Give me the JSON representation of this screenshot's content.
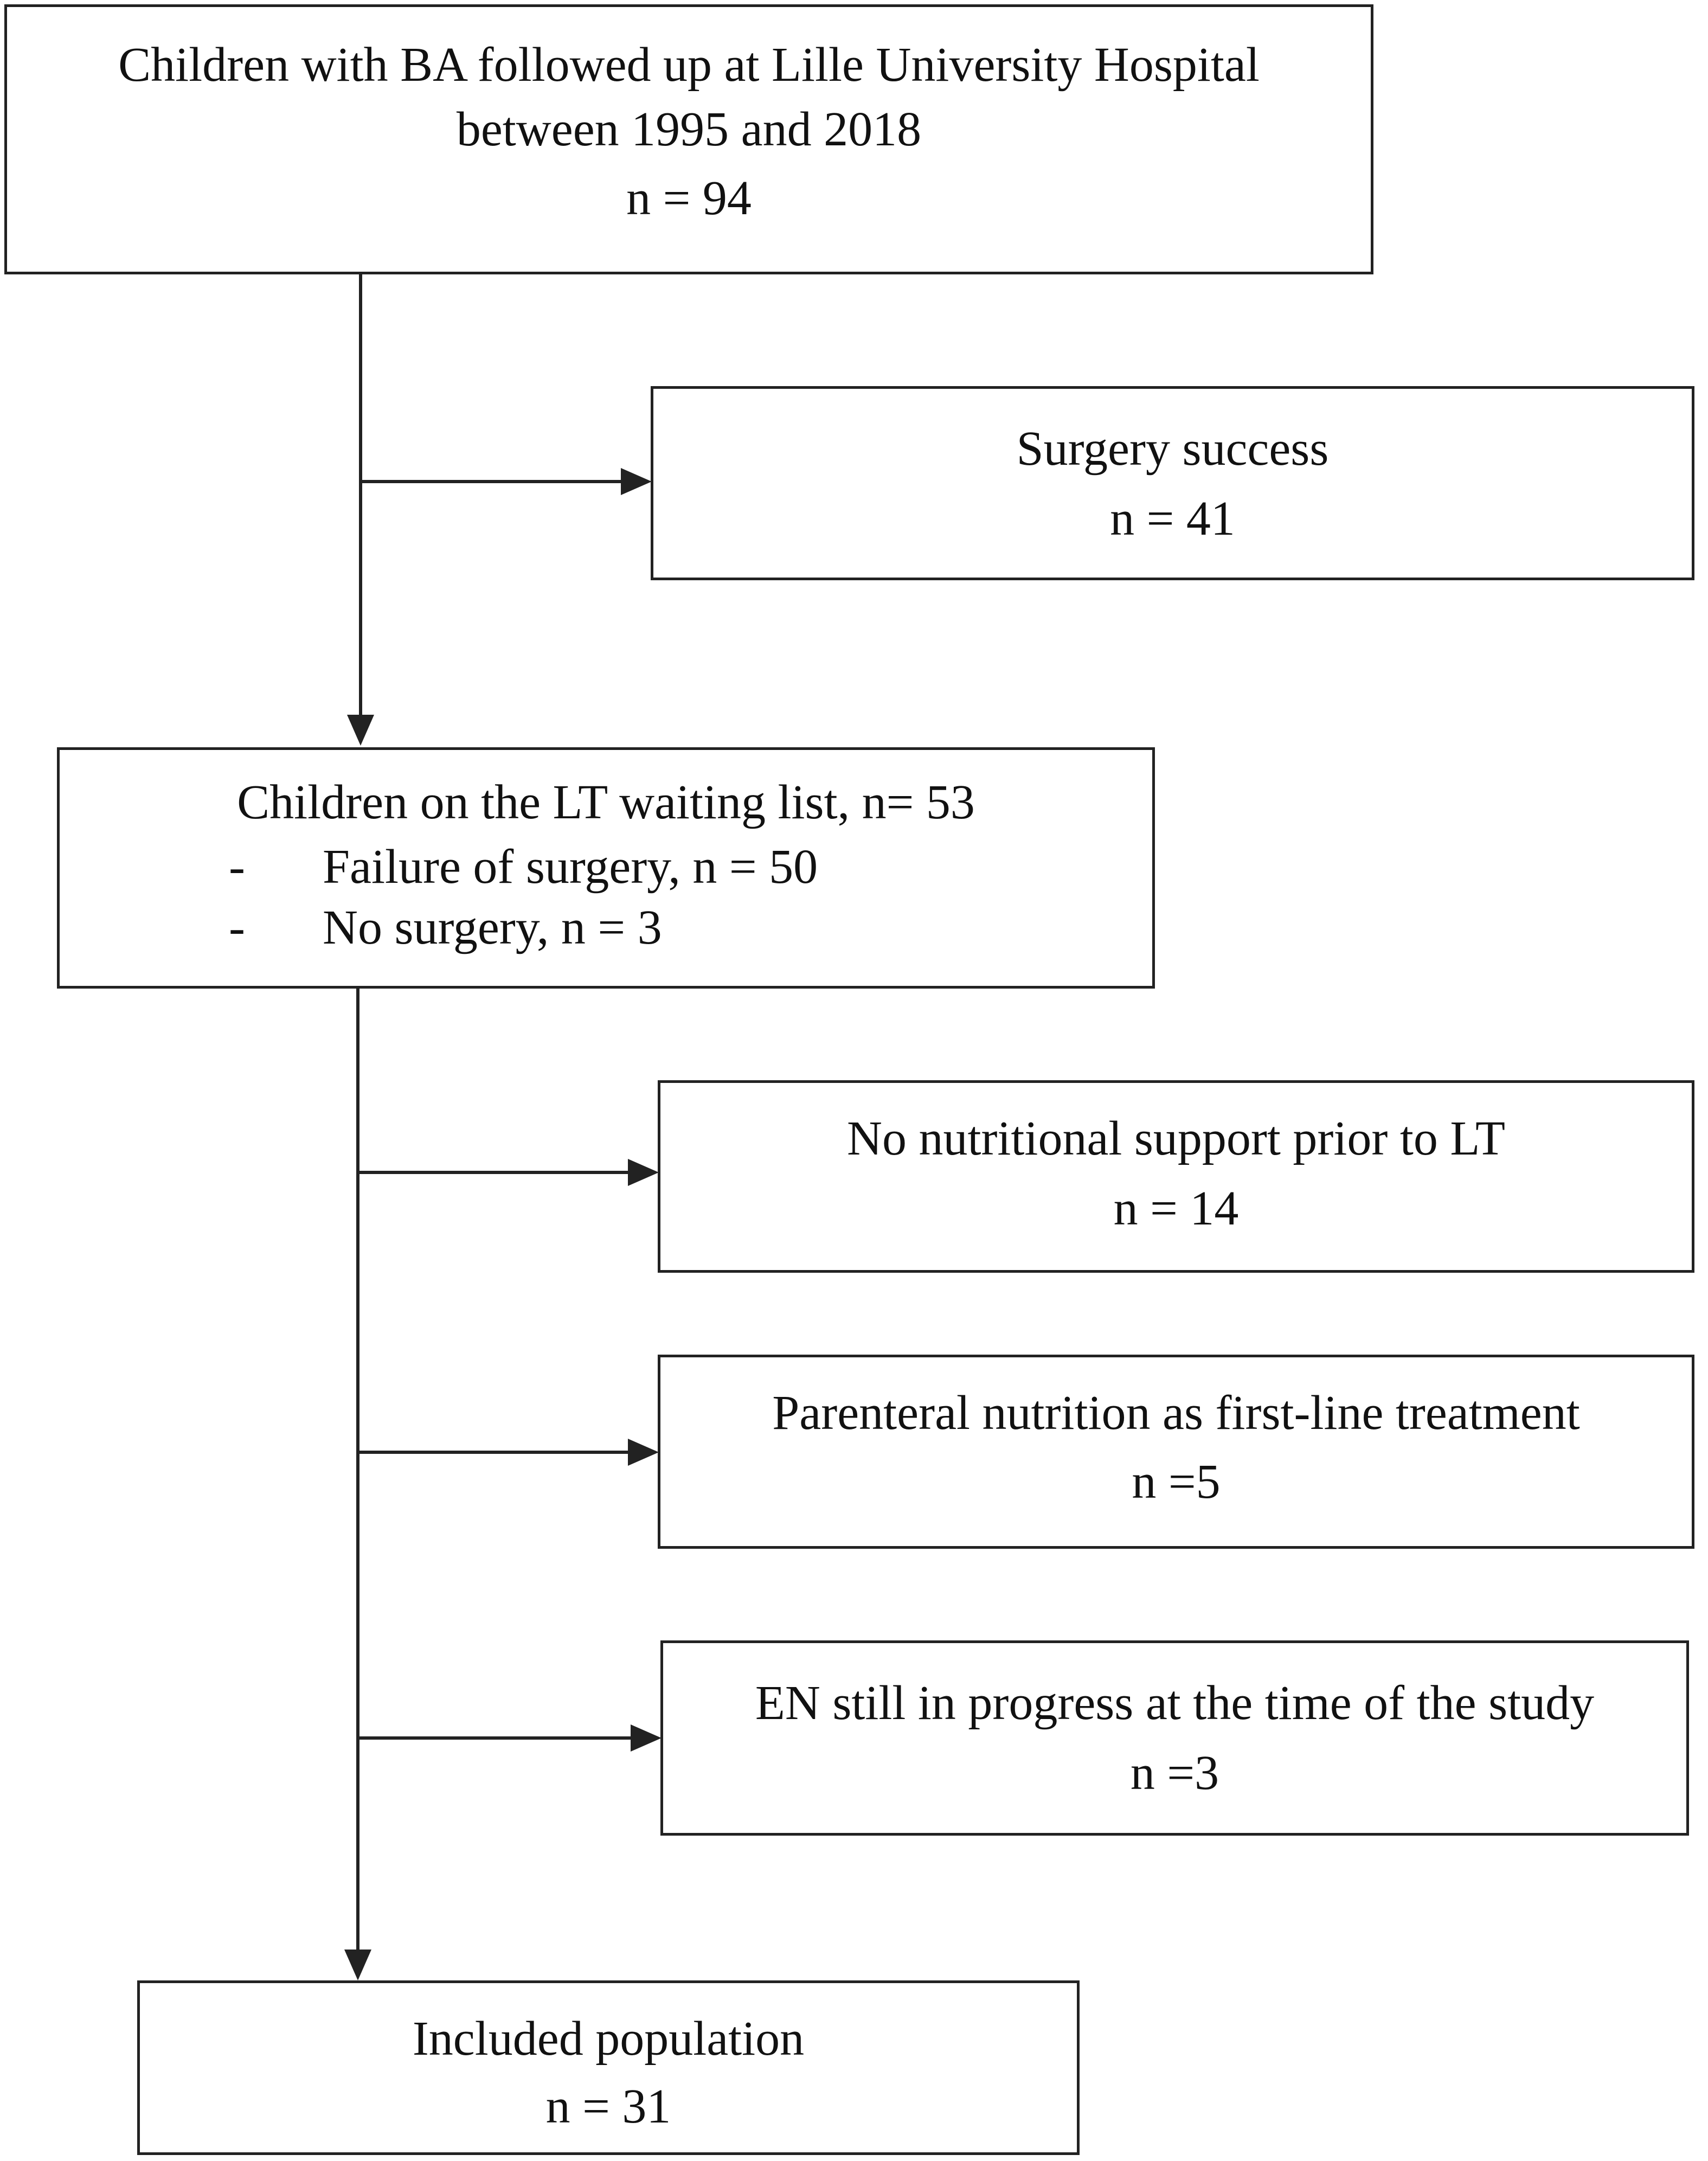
{
  "boxes": {
    "initial": {
      "line1": "Children with BA followed up at Lille University Hospital",
      "line2": "between 1995 and 2018",
      "count": "n = 94"
    },
    "surgery_success": {
      "label": "Surgery success",
      "count": "n = 41"
    },
    "waiting_list": {
      "title": "Children on the LT waiting list, n= 53",
      "items": [
        {
          "dash": "-",
          "text": "Failure of surgery, n = 50"
        },
        {
          "dash": "-",
          "text": "No surgery, n = 3"
        }
      ]
    },
    "no_nutritional_support": {
      "label": "No nutritional support prior to LT",
      "count": "n = 14"
    },
    "parenteral_nutrition": {
      "label": "Parenteral nutrition as first-line treatment",
      "count": "n =5"
    },
    "en_in_progress": {
      "label": "EN still in progress at the time of the study",
      "count": "n =3"
    },
    "included": {
      "label": "Included population",
      "count": "n = 31"
    }
  },
  "colors": {
    "line": "#222222",
    "background": "#ffffff",
    "text": "#111111"
  }
}
